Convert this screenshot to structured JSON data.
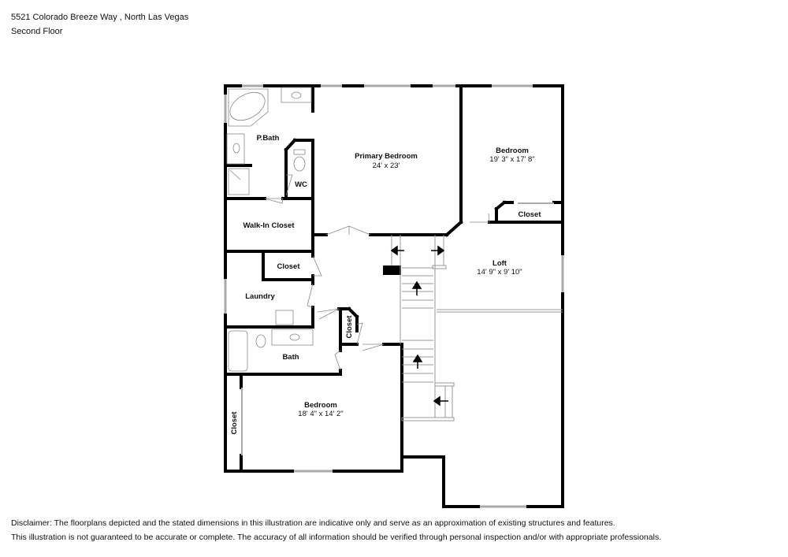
{
  "header": {
    "address": "5521 Colorado Breeze Way , North Las Vegas",
    "floor": "Second Floor"
  },
  "rooms": [
    {
      "name": "P.Bath",
      "dims": ""
    },
    {
      "name": "WC",
      "dims": ""
    },
    {
      "name": "Primary Bedroom",
      "dims": "24' x 23'"
    },
    {
      "name": "Bedroom",
      "dims": "19' 3\" x 17' 8\""
    },
    {
      "name": "Closet",
      "dims": ""
    },
    {
      "name": "Walk-In Closet",
      "dims": ""
    },
    {
      "name": "Closet",
      "dims": ""
    },
    {
      "name": "Laundry",
      "dims": ""
    },
    {
      "name": "Closet",
      "dims": ""
    },
    {
      "name": "Loft",
      "dims": "14' 9\" x 9' 10\""
    },
    {
      "name": "Bath",
      "dims": ""
    },
    {
      "name": "Bedroom",
      "dims": "18' 4\" x 14' 2\""
    },
    {
      "name": "Closet",
      "dims": ""
    }
  ],
  "icons": [
    "stair-arrow-icon",
    "door-swing-icon",
    "sink-icon",
    "toilet-icon",
    "bathtub-icon",
    "shower-icon"
  ],
  "colors": {
    "wall": "#000000",
    "window": "#aaaaaa",
    "fixture": "#888888"
  },
  "disclaimer": {
    "line1": "Disclaimer: The floorplans depicted and the stated dimensions in this illustration are indicative only and serve as an approximation of existing structures and features.",
    "line2": "This illustration is not guaranteed to be accurate or complete. The accuracy of all information should be verified through personal inspection and/or with appropriate professionals."
  }
}
